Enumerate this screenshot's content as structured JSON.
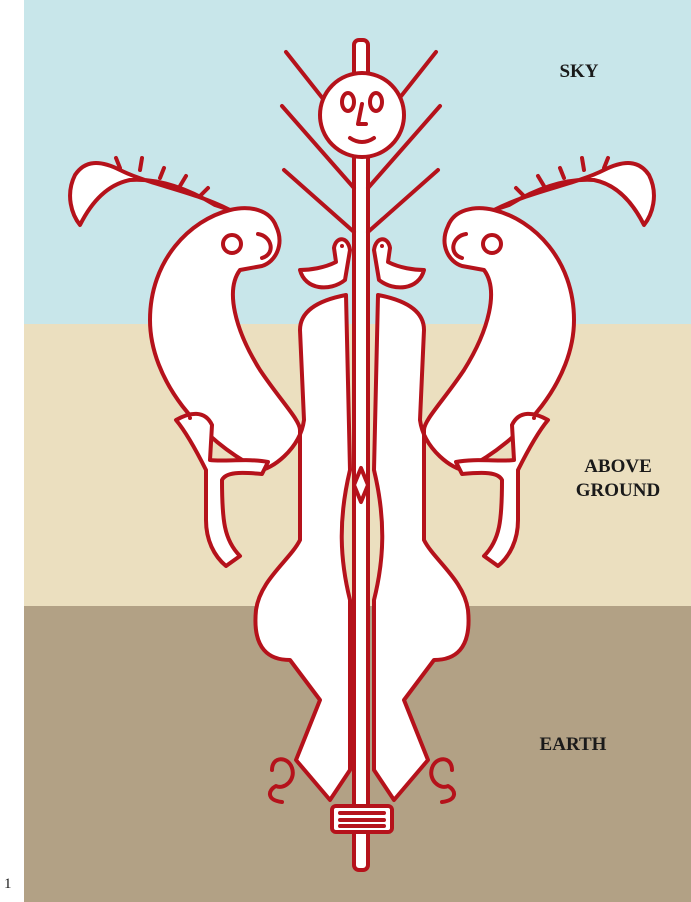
{
  "zones": {
    "sky": {
      "label": "SKY",
      "color": "#c8e6ea"
    },
    "above_ground": {
      "label": "ABOVE\nGROUND",
      "color": "#ebdfbf"
    },
    "earth": {
      "label": "EARTH",
      "color": "#b2a185"
    }
  },
  "figure_number": "1",
  "colors": {
    "outline": "#b5121b",
    "fill": "#ffffff"
  }
}
